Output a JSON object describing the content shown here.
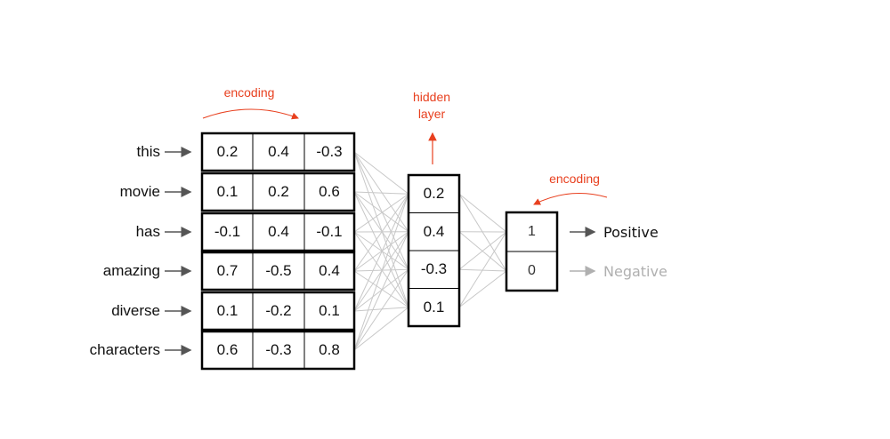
{
  "words": [
    "this",
    "movie",
    "has",
    "amazing",
    "diverse",
    "characters"
  ],
  "embeddings": [
    [
      "0.2",
      "0.4",
      "-0.3"
    ],
    [
      "0.1",
      "0.2",
      "0.6"
    ],
    [
      "-0.1",
      "0.4",
      "-0.1"
    ],
    [
      "0.7",
      "-0.5",
      "0.4"
    ],
    [
      "0.1",
      "-0.2",
      "0.1"
    ],
    [
      "0.6",
      "-0.3",
      "0.8"
    ]
  ],
  "hidden_values": [
    "0.2",
    "0.4",
    "-0.3",
    "0.1"
  ],
  "output_values": [
    "1",
    "0"
  ],
  "output_labels": [
    "Positive",
    "Negative"
  ],
  "annotations": {
    "encoding_top": "encoding",
    "hidden_line1": "hidden",
    "hidden_line2": "layer",
    "encoding_right": "encoding"
  },
  "colors": {
    "accent_red": "#e8401f",
    "connection_gray": "#c8c8c8",
    "arrow_dark": "#555555",
    "negative_gray": "#b0b0b0"
  }
}
